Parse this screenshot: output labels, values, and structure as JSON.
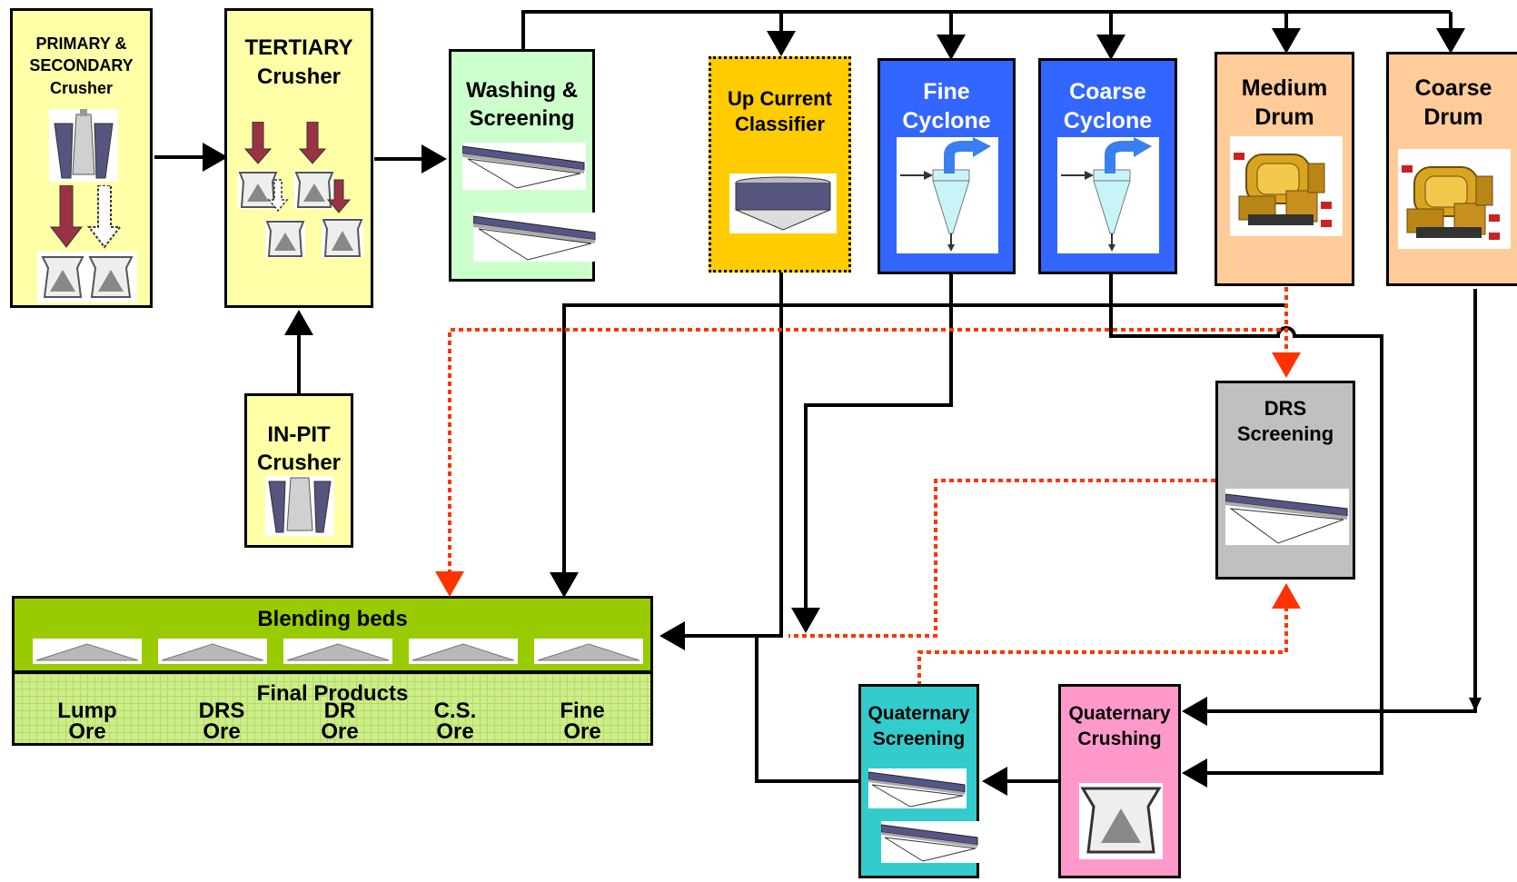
{
  "nodes": {
    "primary": {
      "line1": "PRIMARY &",
      "line2": "SECONDARY",
      "line3": "Crusher",
      "color": "#FFFFA8"
    },
    "tertiary": {
      "line1": "TERTIARY",
      "line2": "Crusher",
      "color": "#FFFFA8"
    },
    "inpit": {
      "line1": "IN-PIT",
      "line2": "Crusher",
      "color": "#FFFFA8"
    },
    "washing": {
      "line1": "Washing &",
      "line2": "Screening",
      "color": "#CCFFCC"
    },
    "upcurrent": {
      "line1": "Up Current",
      "line2": "Classifier",
      "color": "#FFCC00"
    },
    "finecyclone": {
      "line1": "Fine",
      "line2": "Cyclone",
      "color": "#3366FF"
    },
    "coarsecyclone": {
      "line1": "Coarse",
      "line2": "Cyclone",
      "color": "#3366FF"
    },
    "mediumdrum": {
      "line1": "Medium",
      "line2": "Drum",
      "color": "#FFCC99"
    },
    "coarsedrum": {
      "line1": "Coarse",
      "line2": "Drum",
      "color": "#FFCC99"
    },
    "drs": {
      "line1": "DRS",
      "line2": "Screening",
      "color": "#C0C0C0"
    },
    "qscreening": {
      "line1": "Quaternary",
      "line2": "Screening",
      "color": "#33CCCC"
    },
    "qcrushing": {
      "line1": "Quaternary",
      "line2": "Crushing",
      "color": "#FF99CC"
    }
  },
  "blending": {
    "title": "Blending beds",
    "color": "#99CC00"
  },
  "final": {
    "title": "Final Products",
    "color": "#CCEE88",
    "products": [
      {
        "line1": "Lump",
        "line2": "Ore"
      },
      {
        "line1": "DRS",
        "line2": "Ore"
      },
      {
        "line1": "DR",
        "line2": "Ore"
      },
      {
        "line1": "C.S.",
        "line2": "Ore"
      },
      {
        "line1": "Fine",
        "line2": "Ore"
      }
    ]
  },
  "colors": {
    "flow_solid": "#000000",
    "flow_dotted": "#FF3300",
    "crusher_arrow": "#993344",
    "screen_deck": "#555588"
  }
}
